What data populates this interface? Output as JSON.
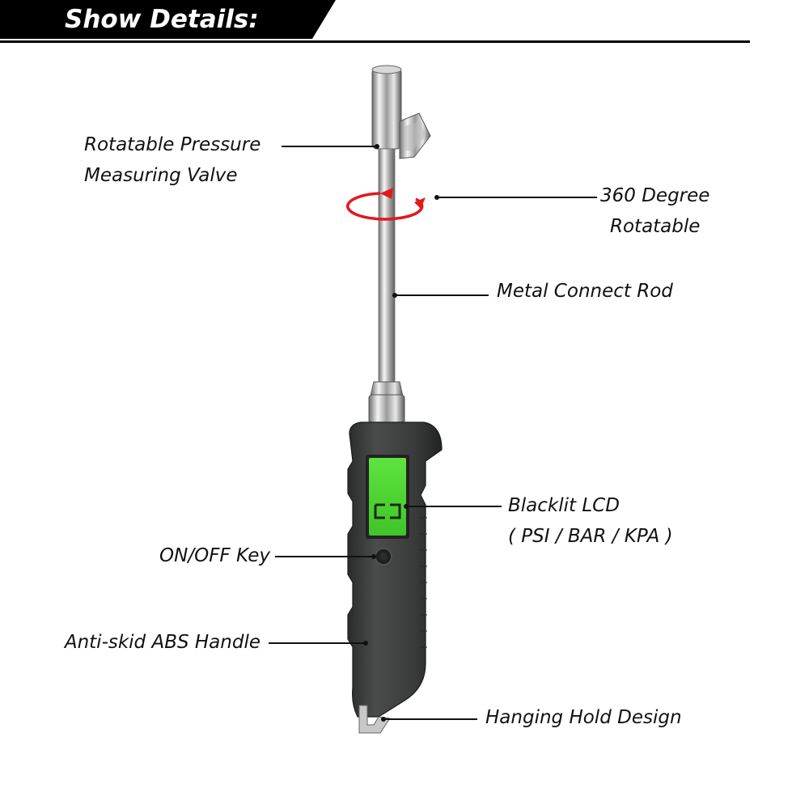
{
  "header": {
    "title": "Show Details:"
  },
  "callouts": {
    "valve": {
      "line1": "Rotatable Pressure",
      "line2": "Measuring Valve"
    },
    "rotation": {
      "line1": "360 Degree",
      "line2": "Rotatable"
    },
    "rod": {
      "label": "Metal Connect Rod"
    },
    "lcd": {
      "line1": "Blacklit LCD",
      "line2": "( PSI / BAR / KPA )"
    },
    "power_key": {
      "label": "ON/OFF Key"
    },
    "handle": {
      "label": "Anti-skid ABS Handle"
    },
    "hanging": {
      "label": "Hanging Hold Design"
    }
  },
  "colors": {
    "lcd_green": "#4cd630",
    "rotation_arrow": "#e3171f",
    "handle": "#3a3c3b"
  }
}
